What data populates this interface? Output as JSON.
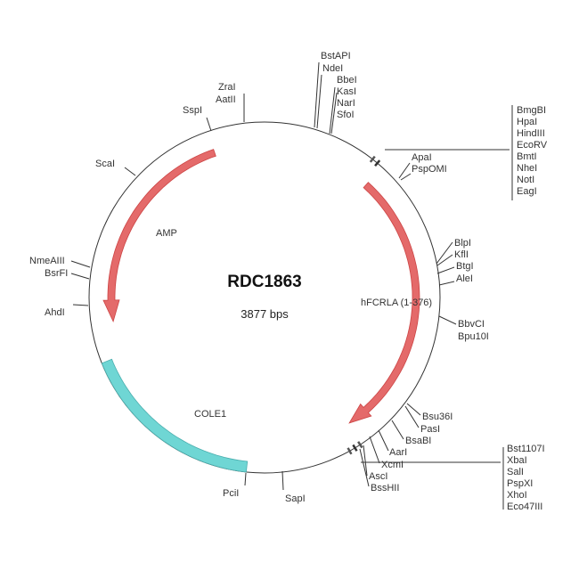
{
  "plasmid": {
    "name": "RDC1863",
    "size_label": "3877 bps"
  },
  "features": [
    {
      "label": "AMP",
      "color": "#e46a6a"
    },
    {
      "label": "hFCRLA (1-376)",
      "color": "#e46a6a"
    },
    {
      "label": "COLE1",
      "color": "#6fd6d4"
    }
  ],
  "sites": {
    "top": [
      "BstAPI",
      "NdeI",
      "BbeI",
      "KasI",
      "NarI",
      "SfoI"
    ],
    "top_left": [
      "ZraI",
      "AatII",
      "SspI",
      "ScaI"
    ],
    "left": [
      "NmeAIII",
      "BsrFI",
      "AhdI"
    ],
    "bottom": [
      "PciI",
      "SapI"
    ],
    "mcs1": [
      "BmgBI",
      "HpaI",
      "HindIII",
      "EcoRV",
      "BmtI",
      "NheI",
      "NotI",
      "EagI"
    ],
    "apa": [
      "ApaI",
      "PspOMI"
    ],
    "right": [
      "BlpI",
      "KflI",
      "BtgI",
      "AleI",
      "BbvCI",
      "Bpu10I"
    ],
    "lower_right": [
      "Bsu36I",
      "PasI",
      "BsaBI",
      "AarI",
      "XcmI",
      "AscI",
      "BssHII"
    ],
    "mcs2": [
      "Bst1107I",
      "XbaI",
      "SalI",
      "PspXI",
      "XhoI",
      "Eco47III"
    ]
  }
}
